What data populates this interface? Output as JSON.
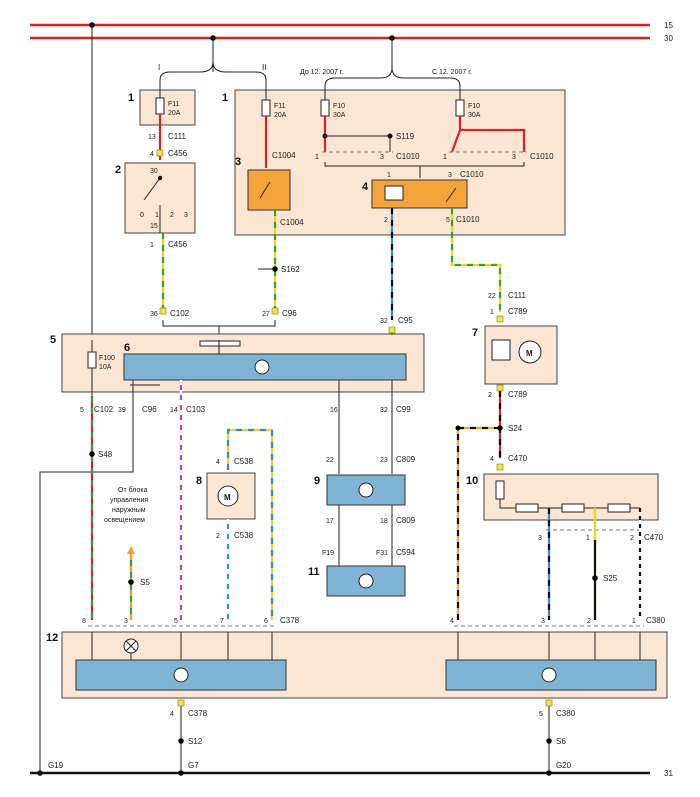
{
  "rails": {
    "r15": "15",
    "r30": "30",
    "r31": "31"
  },
  "branches": {
    "b1": "I",
    "b2": "II",
    "before": "До 12. 2007 г.",
    "after": "С 12. 2007 г."
  },
  "blocks": {
    "b1a": "1",
    "b1b": "1",
    "b2": "2",
    "b3": "3",
    "b4": "4",
    "b5": "5",
    "b6": "6",
    "b7": "7",
    "b8": "8",
    "b9": "9",
    "b10": "10",
    "b11": "11",
    "b12": "12"
  },
  "fuses": {
    "f11a_name": "F11",
    "f11a_val": "20A",
    "f11b_name": "F11",
    "f11b_val": "20A",
    "f10a_name": "F10",
    "f10a_val": "30A",
    "f10b_name": "F10",
    "f10b_val": "30A",
    "f100_name": "F100",
    "f100_val": "10A"
  },
  "connectors": {
    "c111a": "C111",
    "c456a": "C456",
    "c456b": "C456",
    "c1004a": "C1004",
    "c1004b": "C1004",
    "c1010a": "C1010",
    "c1010b": "C1010",
    "c1010c": "C1010",
    "c1010d": "C1010",
    "c102a": "C102",
    "c96a": "C96",
    "c95": "C95",
    "c111b": "C111",
    "c789a": "C789",
    "c789b": "C789",
    "c102b": "C102",
    "c96b": "C96",
    "c103": "C103",
    "c99": "C99",
    "c538a": "C538",
    "c538b": "C538",
    "c809a": "C809",
    "c809b": "C809",
    "c594": "C594",
    "c470a": "C470",
    "c470b": "C470",
    "c378a": "C378",
    "c380a": "C380",
    "c378b": "C378",
    "c380b": "C380"
  },
  "splices": {
    "s119": "S119",
    "s162": "S162",
    "s24": "S24",
    "s48": "S48",
    "s5": "S5",
    "s25": "S25",
    "s12": "S12",
    "s6": "S6"
  },
  "grounds": {
    "g19": "G19",
    "g7": "G7",
    "g20": "G20"
  },
  "pins": {
    "p13": "13",
    "p4a": "4",
    "p30": "30",
    "p0": "0",
    "p1": "1",
    "p2": "2",
    "p3": "3",
    "p15": "15",
    "p1b": "1",
    "p36": "36",
    "p27": "27",
    "p32a": "32",
    "pr1a": "1",
    "pr3a": "3",
    "pr1b": "1",
    "pr3b": "3",
    "p4r1": "1",
    "p4r3": "3",
    "p4r2": "2",
    "p4r5": "5",
    "p22": "22",
    "p1c": "1",
    "p2c": "2",
    "p4c": "4",
    "p5": "5",
    "p39": "39",
    "p14": "14",
    "p16": "16",
    "p32b": "32",
    "p4d": "4",
    "p2d": "2",
    "p22b": "22",
    "p23": "23",
    "p17": "17",
    "p18": "18",
    "pf19": "F19",
    "pf31": "F31",
    "p3e": "3",
    "p1e": "1",
    "p2e": "2",
    "p8": "8",
    "p3f": "3",
    "p5f": "5",
    "p7f": "7",
    "p6f": "6",
    "p4g": "4",
    "p3g": "3",
    "p2g": "2",
    "p1g": "1",
    "p4h": "4",
    "p5h": "5"
  },
  "note": [
    "От блока",
    "управления",
    "наружным",
    "освещением"
  ],
  "colors": {
    "red": "#e02020",
    "green": "#2fa04a",
    "yellow": "#f2d21a",
    "blue": "#2b8fd6",
    "black": "#111111",
    "violet": "#a24fc4",
    "orange": "#f0a030",
    "white": "#ffffff"
  }
}
